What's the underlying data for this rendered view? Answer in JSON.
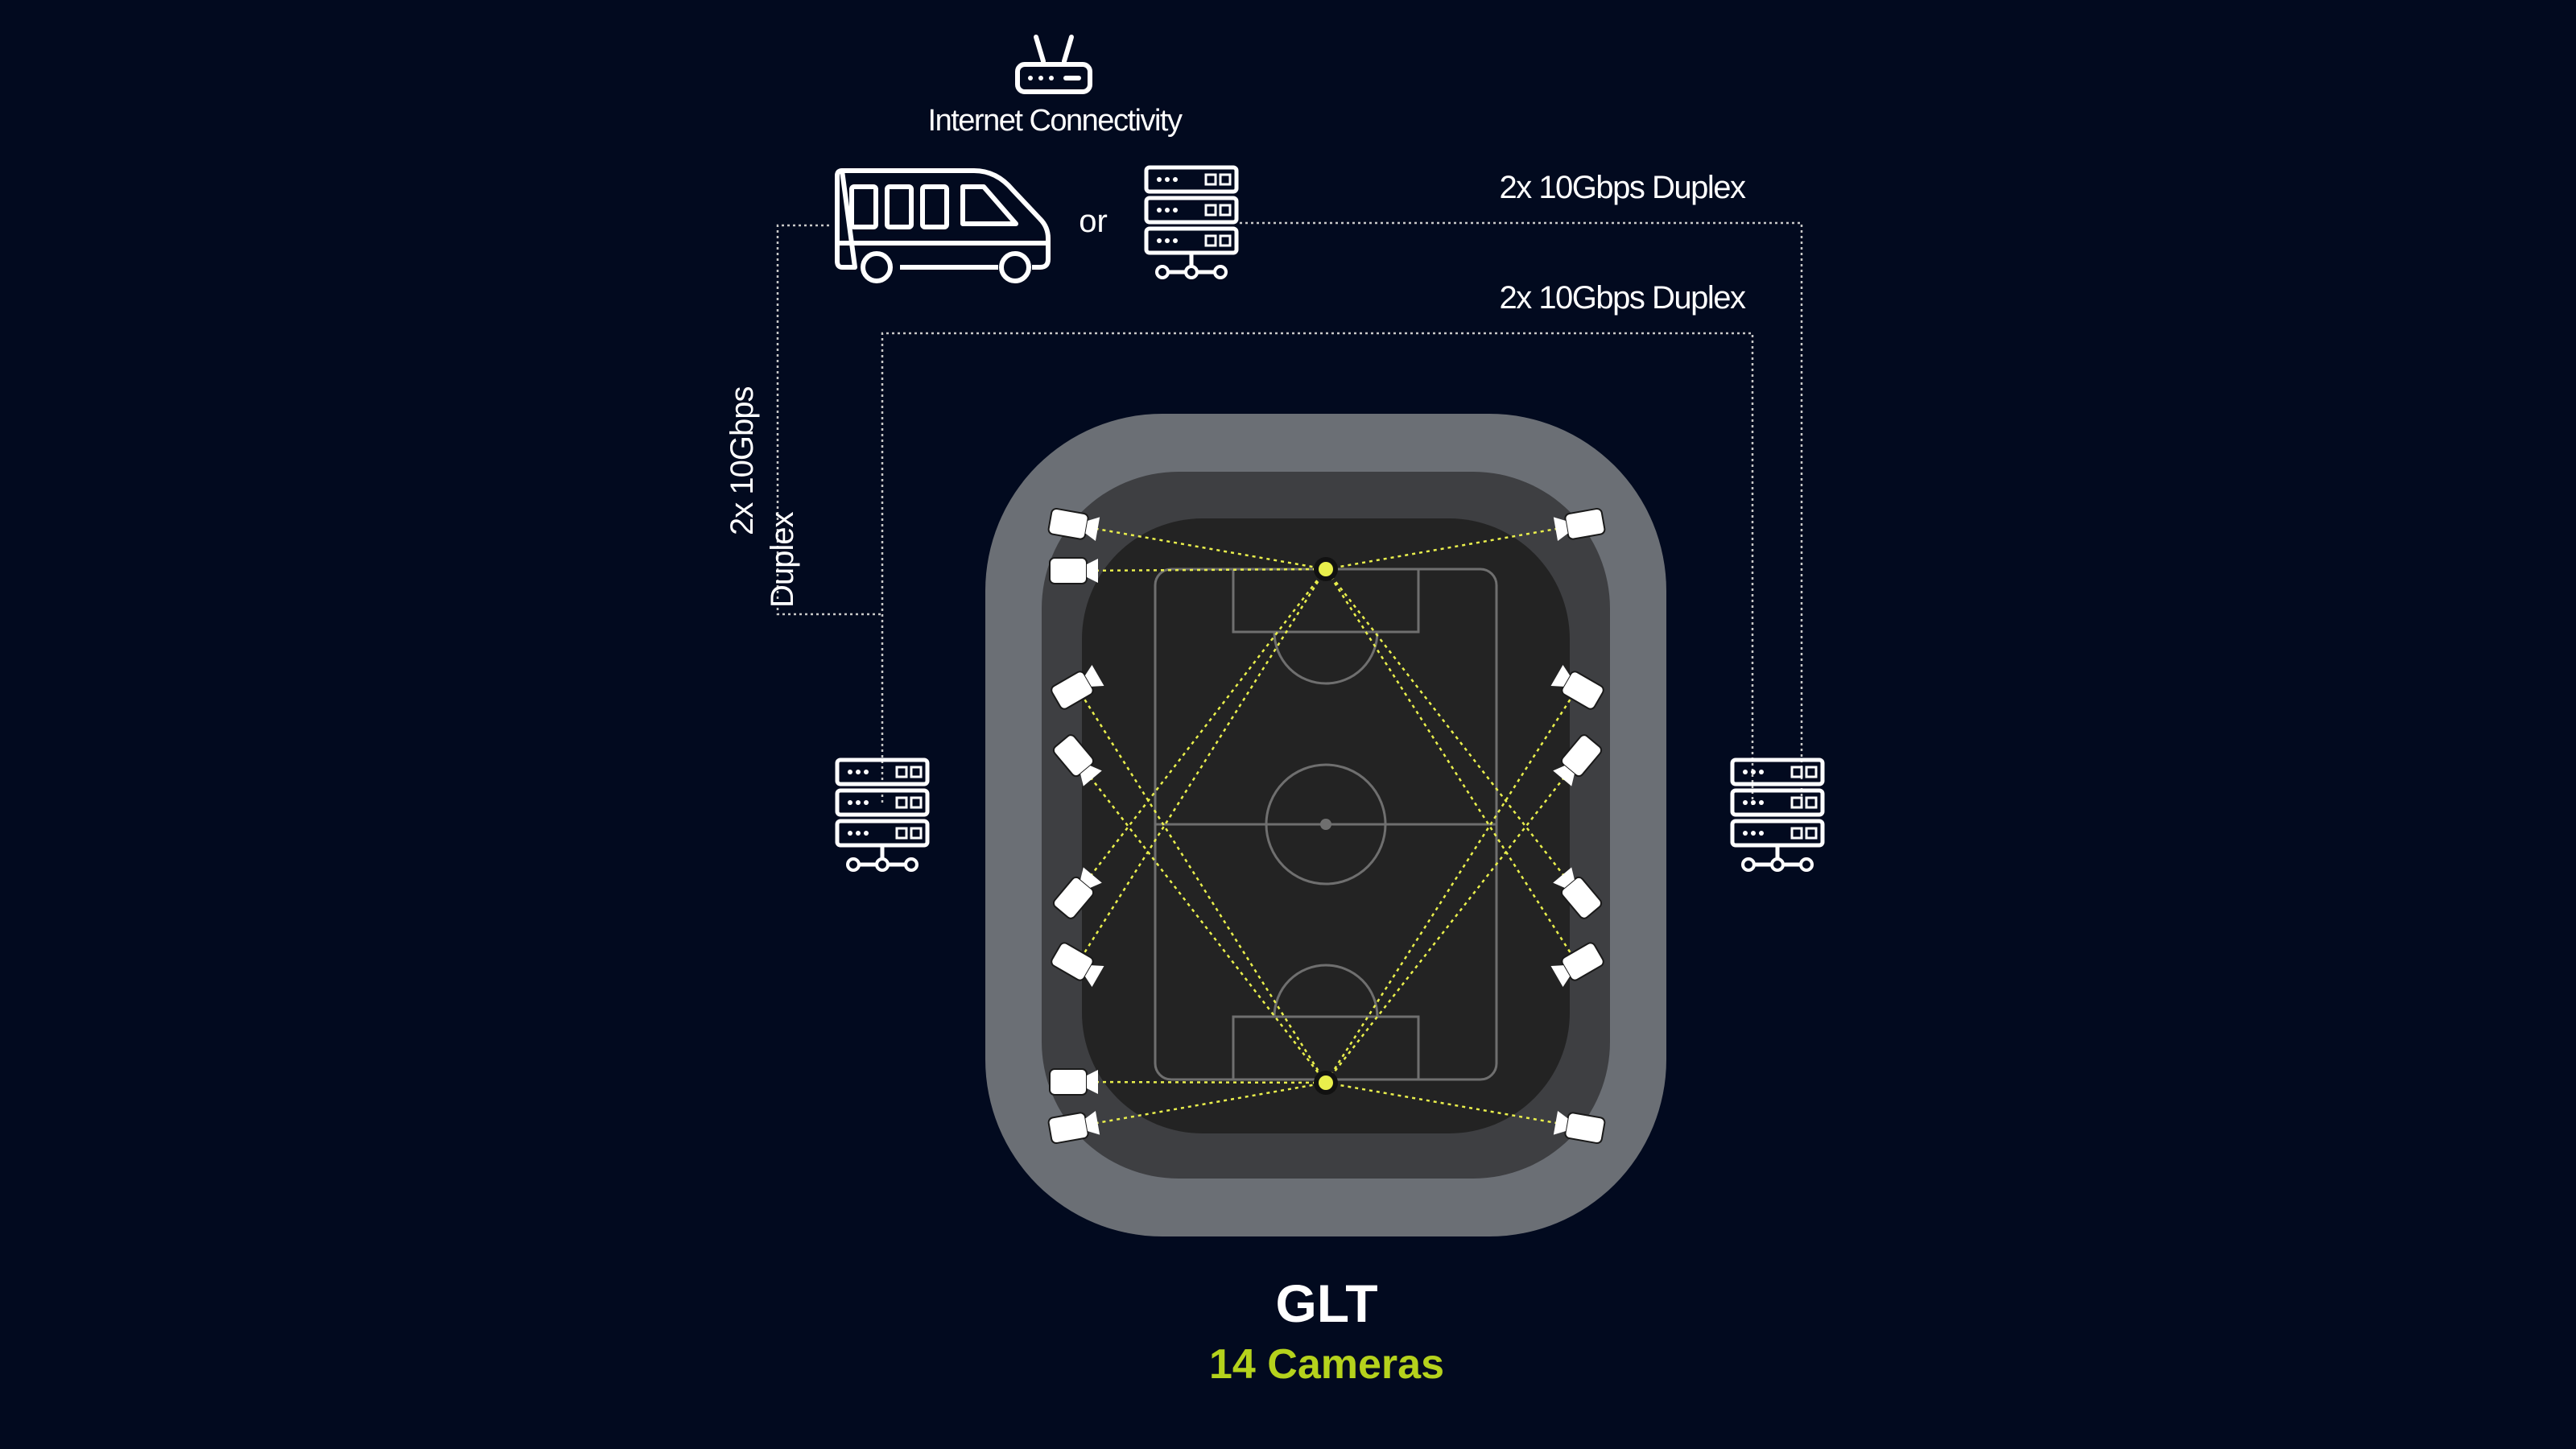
{
  "labels": {
    "internet": "Internet Connectivity",
    "or": "or",
    "link_top": "2x 10Gbps Duplex",
    "link_mid": "2x 10Gbps Duplex",
    "link_left_line1": "2x 10Gbps",
    "link_left_line2": "Duplex"
  },
  "footer": {
    "title": "GLT",
    "subtitle": "14 Cameras"
  },
  "colors": {
    "background": "#020a1f",
    "accent": "#b5d21c",
    "ray": "#e9ef4c",
    "stadium_outer": "#6b6f75",
    "stadium_mid": "#3e3f42",
    "pitch": "#232323",
    "pitch_lines": "#6f6f6f",
    "icon": "#ffffff",
    "cable": "#c8c8c8"
  },
  "icons": {
    "router": "router-icon",
    "van": "broadcast-van-icon",
    "server": "server-rack-icon",
    "camera": "camera-icon"
  },
  "cameras": {
    "count": 14
  }
}
